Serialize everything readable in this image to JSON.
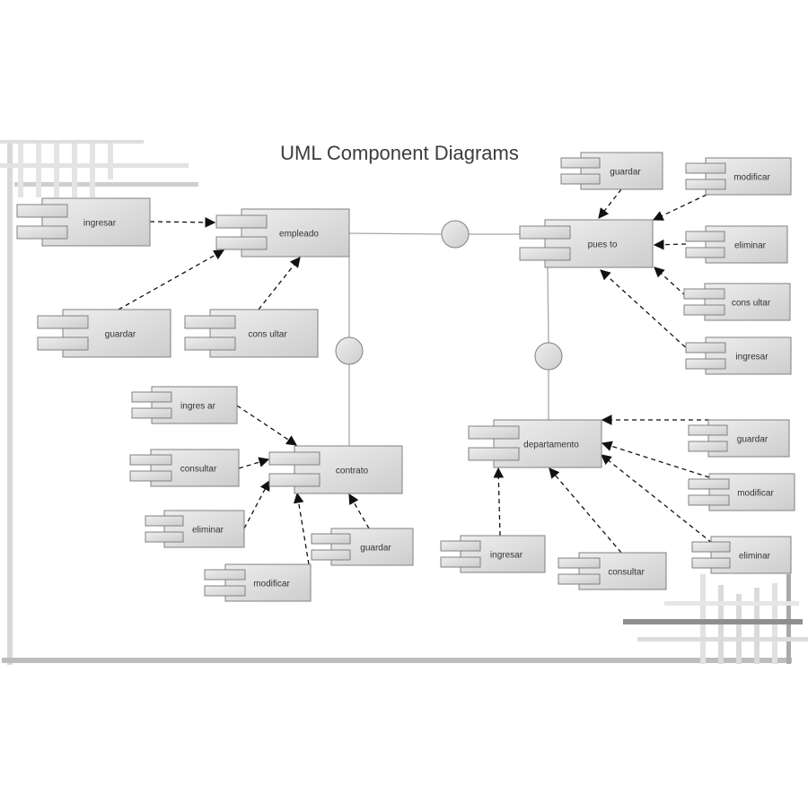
{
  "title": "UML Component Diagrams",
  "colors": {
    "box_fill": "#d8d8d8",
    "box_stroke": "#808080",
    "line": "#a8a8a8",
    "arrow": "#111111",
    "text": "#333333",
    "frame": "#cfcfcf"
  },
  "components": [
    {
      "id": "empleado",
      "label": "empleado"
    },
    {
      "id": "puesto",
      "label": "pues to"
    },
    {
      "id": "contrato",
      "label": "contrato"
    },
    {
      "id": "departamento",
      "label": "departamento"
    },
    {
      "id": "emp-ingresar",
      "label": "ingresar"
    },
    {
      "id": "emp-guardar",
      "label": "guardar"
    },
    {
      "id": "emp-consultar",
      "label": "cons ultar"
    },
    {
      "id": "pue-guardar",
      "label": "guardar"
    },
    {
      "id": "pue-modificar",
      "label": "modificar"
    },
    {
      "id": "pue-eliminar",
      "label": "eliminar"
    },
    {
      "id": "pue-consultar",
      "label": "cons ultar"
    },
    {
      "id": "pue-ingresar",
      "label": "ingresar"
    },
    {
      "id": "con-ingresar",
      "label": "ingres ar"
    },
    {
      "id": "con-consultar",
      "label": "consultar"
    },
    {
      "id": "con-eliminar",
      "label": "eliminar"
    },
    {
      "id": "con-modificar",
      "label": "modificar"
    },
    {
      "id": "con-guardar",
      "label": "guardar"
    },
    {
      "id": "dep-guardar",
      "label": "guardar"
    },
    {
      "id": "dep-modificar",
      "label": "modificar"
    },
    {
      "id": "dep-eliminar",
      "label": "eliminar"
    },
    {
      "id": "dep-ingresar",
      "label": "ingresar"
    },
    {
      "id": "dep-consultar",
      "label": "consultar"
    }
  ],
  "interfaces": [
    {
      "id": "iface-empleado-puesto"
    },
    {
      "id": "iface-empleado-contrato"
    },
    {
      "id": "iface-puesto-departamento"
    }
  ],
  "dependencies": [
    {
      "from": "emp-ingresar",
      "to": "empleado"
    },
    {
      "from": "emp-guardar",
      "to": "empleado"
    },
    {
      "from": "emp-consultar",
      "to": "empleado"
    },
    {
      "from": "pue-guardar",
      "to": "puesto"
    },
    {
      "from": "pue-modificar",
      "to": "puesto"
    },
    {
      "from": "pue-eliminar",
      "to": "puesto"
    },
    {
      "from": "pue-consultar",
      "to": "puesto"
    },
    {
      "from": "pue-ingresar",
      "to": "puesto"
    },
    {
      "from": "con-ingresar",
      "to": "contrato"
    },
    {
      "from": "con-consultar",
      "to": "contrato"
    },
    {
      "from": "con-eliminar",
      "to": "contrato"
    },
    {
      "from": "con-modificar",
      "to": "contrato"
    },
    {
      "from": "con-guardar",
      "to": "contrato"
    },
    {
      "from": "dep-guardar",
      "to": "departamento"
    },
    {
      "from": "dep-modificar",
      "to": "departamento"
    },
    {
      "from": "dep-eliminar",
      "to": "departamento"
    },
    {
      "from": "dep-ingresar",
      "to": "departamento"
    },
    {
      "from": "dep-consultar",
      "to": "departamento"
    }
  ]
}
